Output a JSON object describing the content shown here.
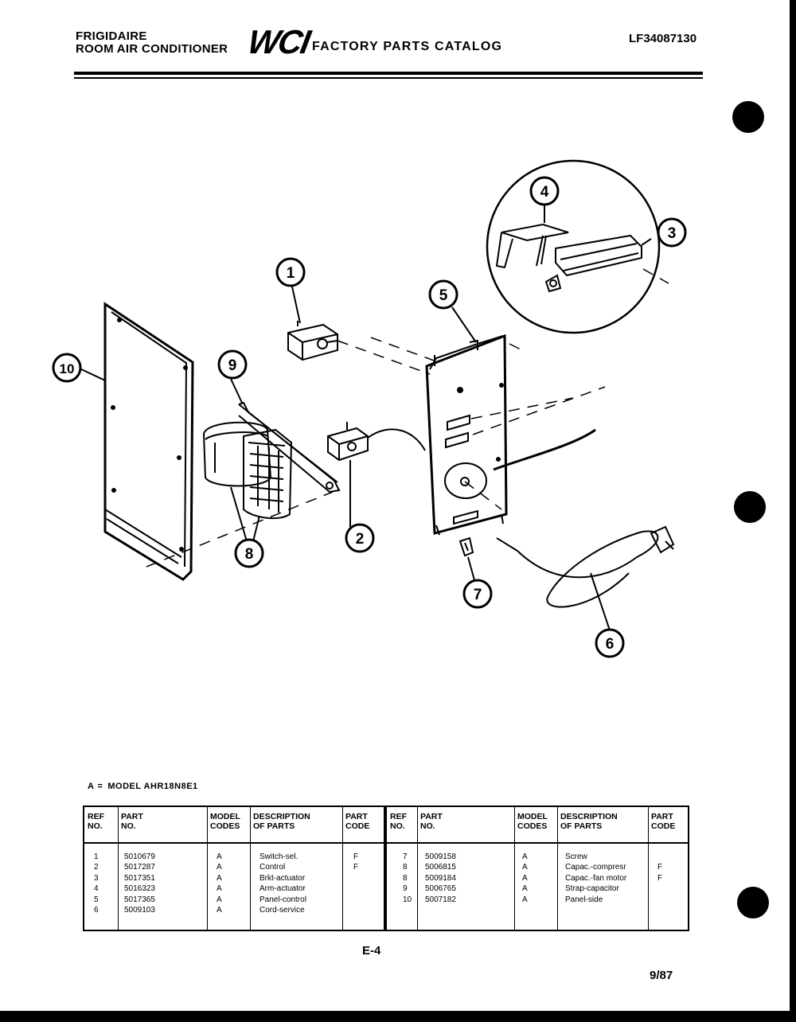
{
  "header": {
    "brand_line1": "FRIGIDAIRE",
    "brand_line2": "ROOM AIR CONDITIONER",
    "logo": "WCI",
    "catalog_title": "FACTORY PARTS CATALOG",
    "doc_number": "LF34087130"
  },
  "diagram": {
    "callouts": [
      "1",
      "2",
      "3",
      "4",
      "5",
      "6",
      "7",
      "8",
      "9",
      "10"
    ]
  },
  "model": {
    "code": "A",
    "equals": "=",
    "label": "MODEL AHR18N8E1"
  },
  "table": {
    "headers": {
      "ref_no": "REF\nNO.",
      "part_no": "PART\nNO.",
      "model_codes": "MODEL\nCODES",
      "description": "DESCRIPTION\nOF PARTS",
      "part_code": "PART\nCODE"
    },
    "left": [
      {
        "ref": "1",
        "part": "5010679",
        "model": "A",
        "desc": "Switch-sel.",
        "code": "F"
      },
      {
        "ref": "2",
        "part": "5017287",
        "model": "A",
        "desc": "Control",
        "code": "F"
      },
      {
        "ref": "3",
        "part": "5017351",
        "model": "A",
        "desc": "Brkt-actuator",
        "code": ""
      },
      {
        "ref": "4",
        "part": "5016323",
        "model": "A",
        "desc": "Arm-actuator",
        "code": ""
      },
      {
        "ref": "5",
        "part": "5017365",
        "model": "A",
        "desc": "Panel-control",
        "code": ""
      },
      {
        "ref": "6",
        "part": "5009103",
        "model": "A",
        "desc": "Cord-service",
        "code": ""
      }
    ],
    "right": [
      {
        "ref": "7",
        "part": "5009158",
        "model": "A",
        "desc": "Screw",
        "code": ""
      },
      {
        "ref": "8",
        "part": "5006815",
        "model": "A",
        "desc": "Capac.-compresr",
        "code": "F"
      },
      {
        "ref": "8",
        "part": "5009184",
        "model": "A",
        "desc": "Capac.-fan motor",
        "code": "F"
      },
      {
        "ref": "9",
        "part": "5006765",
        "model": "A",
        "desc": "Strap-capacitor",
        "code": ""
      },
      {
        "ref": "10",
        "part": "5007182",
        "model": "A",
        "desc": "Panel-side",
        "code": ""
      }
    ]
  },
  "footer": {
    "page_number": "E-4",
    "date_code": "9/87"
  }
}
